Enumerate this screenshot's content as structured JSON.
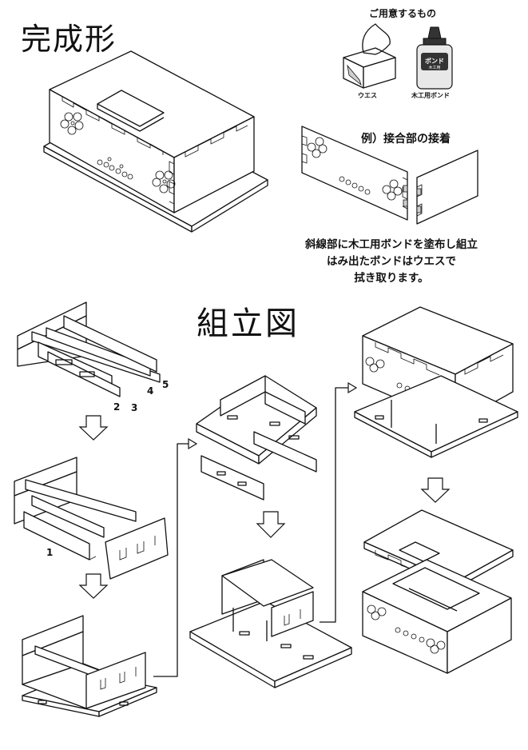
{
  "titles": {
    "finished": "完成形",
    "assembly": "組立図"
  },
  "supplies": {
    "heading": "ご用意するもの",
    "items": [
      {
        "label": "ウエス",
        "icon": "tissue-box-icon"
      },
      {
        "label": "木工用ボンド",
        "icon": "glue-bottle-icon",
        "bottle_text": "ボンド",
        "bottle_subtext": "木工用"
      }
    ]
  },
  "example": {
    "label": "例）接合部の接着"
  },
  "instructions": {
    "lines": [
      "斜線部に木工用ボンドを塗布し組立",
      "はみ出たボンドはウエスで",
      "拭き取ります。"
    ]
  },
  "part_numbers": [
    "1",
    "2",
    "3",
    "4",
    "5"
  ]
}
